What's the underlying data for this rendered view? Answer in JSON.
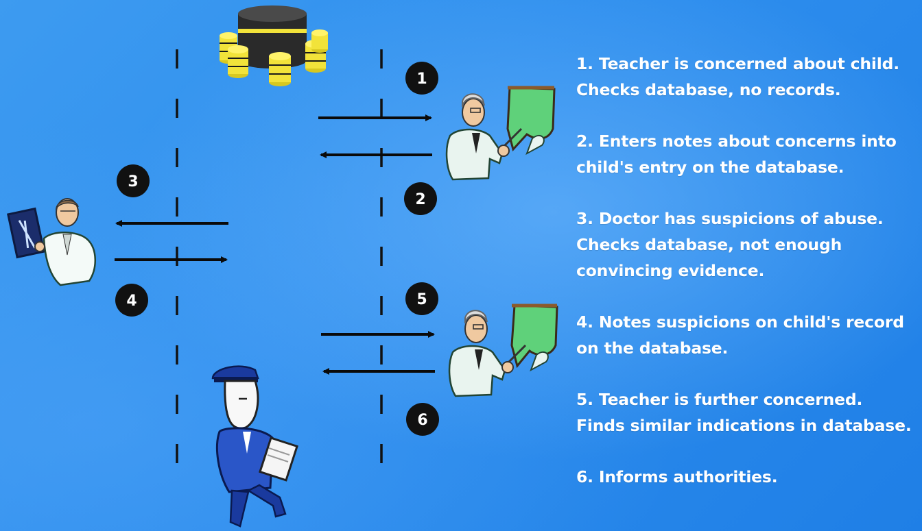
{
  "diagram": {
    "steps": [
      {
        "number": "1",
        "lines": [
          "1. Teacher is concerned about child.",
          "Checks database, no records."
        ]
      },
      {
        "number": "2",
        "lines": [
          "2. Enters notes about concerns into",
          "child's entry on the database."
        ]
      },
      {
        "number": "3",
        "lines": [
          "3. Doctor has suspicions of abuse.",
          "Checks database, not enough",
          "convincing evidence."
        ]
      },
      {
        "number": "4",
        "lines": [
          "4. Notes suspicions on child's record",
          "on the database."
        ]
      },
      {
        "number": "5",
        "lines": [
          "5. Teacher is further concerned.",
          "Finds similar indications in database."
        ]
      },
      {
        "number": "6",
        "lines": [
          "6. Informs authorities."
        ]
      }
    ],
    "actors": {
      "database": "database-icon",
      "teacher": "teacher-figure",
      "doctor": "doctor-figure",
      "police": "police-officer-figure"
    },
    "colors": {
      "background": "#2f8fee",
      "badge": "#111111",
      "arrow": "#0a0a0a",
      "text": "#ffffff",
      "board": "#5fd17a",
      "coin": "#f2e33a"
    }
  }
}
